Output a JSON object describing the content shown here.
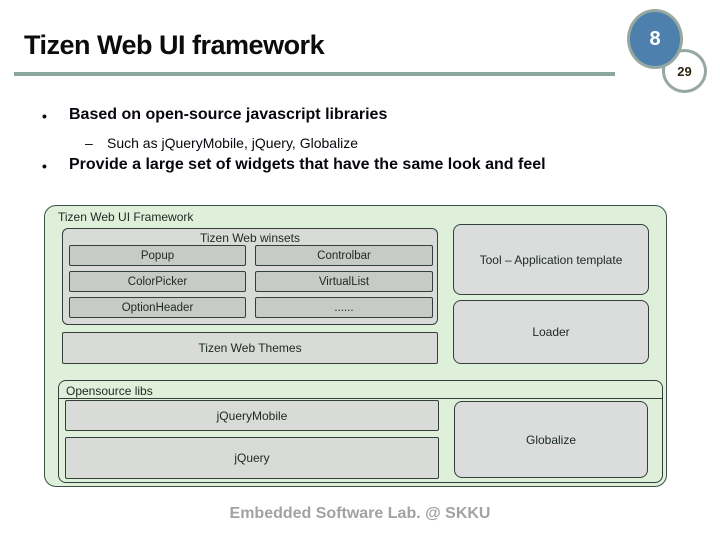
{
  "slide": {
    "title": "Tizen Web UI framework",
    "page_number": "8",
    "total_pages": "29",
    "footer": "Embedded Software Lab. @ SKKU"
  },
  "bullets": {
    "bullet_glyph": "•",
    "dash_glyph": "–",
    "b1": "Based on open-source javascript libraries",
    "sub1": "Such as jQueryMobile, jQuery, Globalize",
    "b2": "Provide a large set of widgets that have the same look and feel"
  },
  "diagram": {
    "framework_label": "Tizen Web UI Framework",
    "winsets": {
      "label": "Tizen Web winsets",
      "items": [
        "Popup",
        "Controlbar",
        "ColorPicker",
        "VirtualList",
        "OptionHeader",
        "......"
      ]
    },
    "themes_label": "Tizen Web Themes",
    "tool_label": "Tool – Application template",
    "loader_label": "Loader",
    "opensource": {
      "label": "Opensource libs",
      "jquerymobile": "jQueryMobile",
      "jquery": "jQuery",
      "globalize": "Globalize"
    }
  },
  "colors": {
    "accent_line": "#8ca79f",
    "page_circle_fill": "#4d80ad",
    "circle_border": "#97a8a1",
    "diagram_green": "#def0d9",
    "box_gray": "#d8dbd8",
    "box_gray_dark": "#c7cac7",
    "box_border": "#333f3a",
    "footer_gray": "#a2a2a2"
  }
}
